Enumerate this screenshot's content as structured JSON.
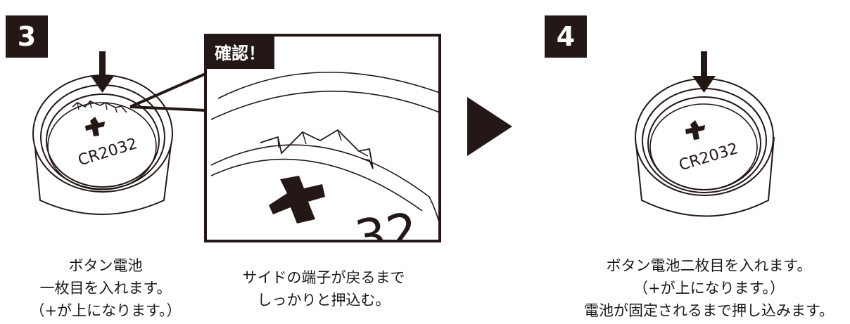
{
  "step3": {
    "number": "3",
    "callout_label": "確認！",
    "battery_label": "CR2032",
    "polarity": "+",
    "caption_lines": [
      "ボタン電池",
      "一枚目を入れます。",
      "（+が上になります。）"
    ]
  },
  "zoom_caption_lines": [
    "サイドの端子が戻るまで",
    "しっかりと押込む。"
  ],
  "step4": {
    "number": "4",
    "battery_label": "CR2032",
    "polarity": "+",
    "caption_lines": [
      "ボタン電池二枚目を入れます。",
      "（+が上になります。）",
      "電池が固定されるまで押し込みます。"
    ]
  },
  "colors": {
    "ink": "#231815",
    "background": "#ffffff"
  }
}
